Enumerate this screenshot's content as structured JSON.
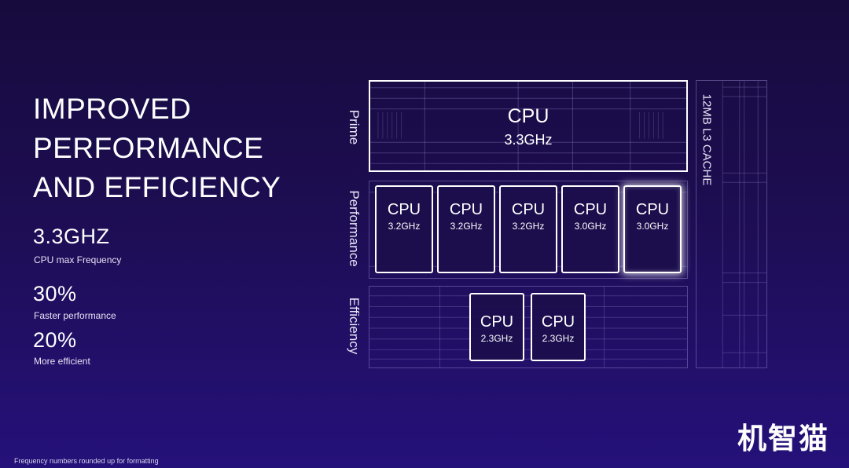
{
  "title_lines": [
    "IMPROVED",
    "PERFORMANCE",
    "AND EFFICIENCY"
  ],
  "stats": [
    {
      "value": "3.3GHZ",
      "label": "CPU max Frequency"
    },
    {
      "value": "30%",
      "label": "Faster performance"
    },
    {
      "value": "20%",
      "label": "More efficient"
    }
  ],
  "footnote": "Frequency numbers rounded up for formatting",
  "watermark": "机智猫",
  "clusters": {
    "prime": {
      "label": "Prime",
      "cores": [
        {
          "name": "CPU",
          "freq": "3.3GHz"
        }
      ]
    },
    "performance": {
      "label": "Performance",
      "cores": [
        {
          "name": "CPU",
          "freq": "3.2GHz"
        },
        {
          "name": "CPU",
          "freq": "3.2GHz"
        },
        {
          "name": "CPU",
          "freq": "3.2GHz"
        },
        {
          "name": "CPU",
          "freq": "3.0GHz"
        },
        {
          "name": "CPU",
          "freq": "3.0GHz",
          "highlighted": true
        }
      ]
    },
    "efficiency": {
      "label": "Efficiency",
      "cores": [
        {
          "name": "CPU",
          "freq": "2.3GHz"
        },
        {
          "name": "CPU",
          "freq": "2.3GHz"
        }
      ]
    }
  },
  "cache_label": "12MB L3 CACHE"
}
